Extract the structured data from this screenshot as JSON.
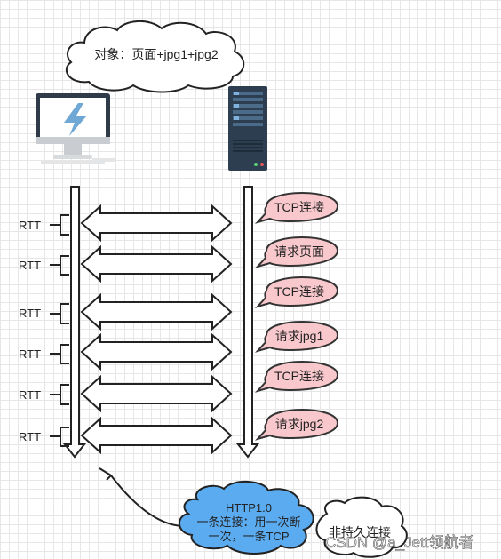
{
  "object_cloud": {
    "text": "对象：页面+jpg1+jpg2"
  },
  "rtt_labels": [
    "RTT",
    "RTT",
    "RTT",
    "RTT",
    "RTT",
    "RTT"
  ],
  "bubbles": [
    "TCP连接",
    "请求页面",
    "TCP连接",
    "请求jpg1",
    "TCP连接",
    "请求jpg2"
  ],
  "http_cloud": {
    "line1": "HTTP1.0",
    "line2": "一条连接：用一次断",
    "line3": "一次，一条TCP"
  },
  "persist_cloud": {
    "text": "非持久连接"
  },
  "watermark": "CSDN @a_Jett领航者",
  "colors": {
    "bubble_fill": "#f8c8cc",
    "http_fill": "#5aabf0",
    "server": "#2c3e50",
    "monitor_bolt": "#6fa8d4"
  },
  "icons": {
    "client": "computer-monitor-icon",
    "server": "server-tower-icon"
  }
}
